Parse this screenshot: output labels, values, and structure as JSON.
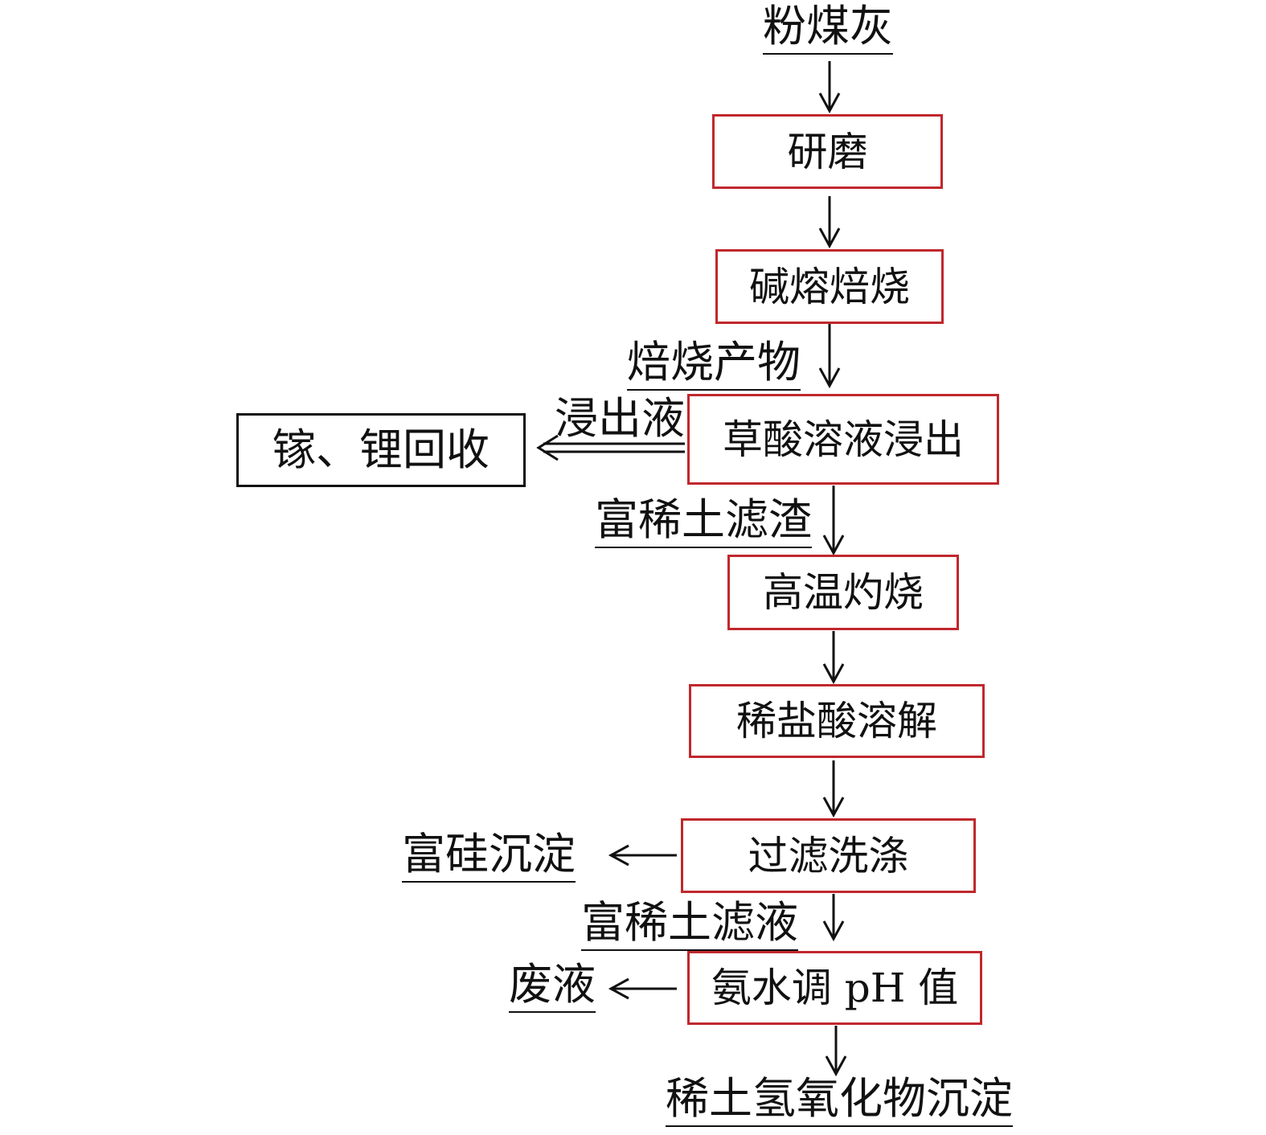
{
  "colors": {
    "box_border": "#c0282d",
    "recovery_border": "#111111",
    "arrow": "#111111"
  },
  "nodes": {
    "grind": "研磨",
    "alkali_roast": "碱熔焙烧",
    "oxalic_leach": "草酸溶液浸出",
    "calcine": "高温灼烧",
    "hcl_dissolve": "稀盐酸溶解",
    "filter_wash": "过滤洗涤",
    "ammonia_ph": "氨水调 pH 值",
    "ga_li_recovery": "镓、锂回收"
  },
  "labels": {
    "fly_ash": "粉煤灰",
    "roast_product": "焙烧产物",
    "leachate": "浸出液",
    "re_residue": "富稀土滤渣",
    "si_precipitate": "富硅沉淀",
    "re_filtrate": "富稀土滤液",
    "waste_liquid": "废液",
    "re_hydroxide": "稀土氢氧化物沉淀"
  }
}
